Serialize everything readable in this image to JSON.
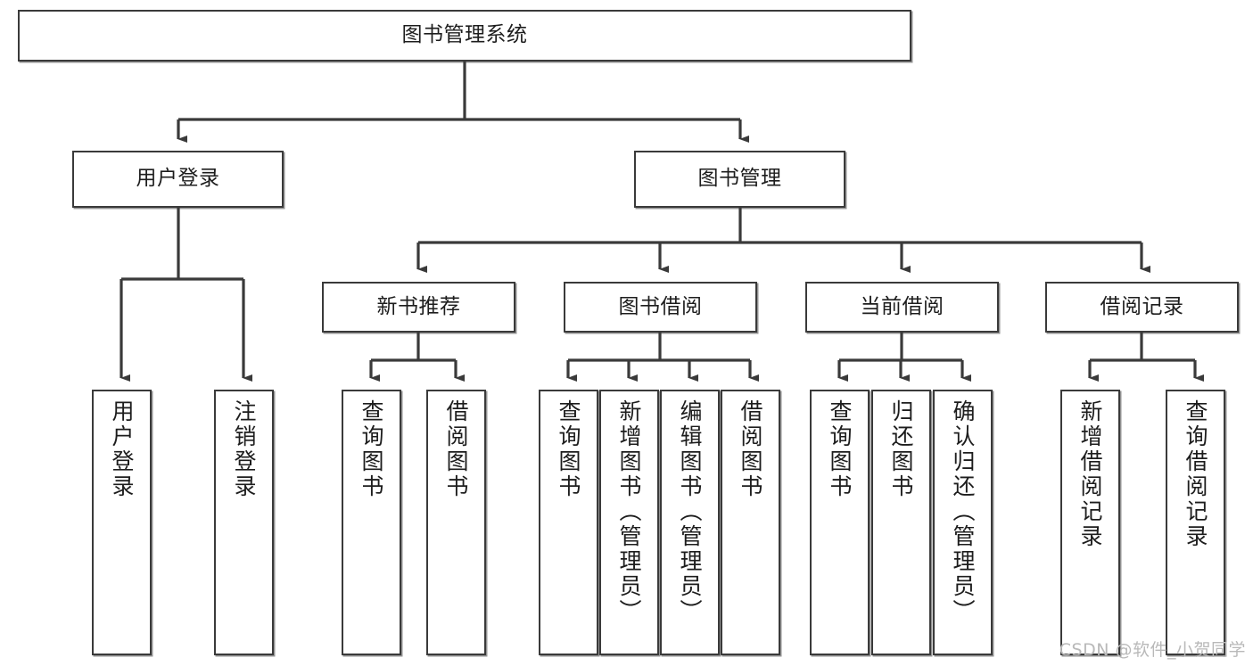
{
  "diagram": {
    "title": "图书管理系统",
    "type": "tree",
    "watermark": "CSDN @软件_小贺同学",
    "colors": {
      "box_border": "#3a3a3a",
      "box_fill": "#ffffff",
      "connector": "#3a3a3a",
      "text": "#1d1d1d",
      "watermark": "#b9b9b9"
    },
    "root": {
      "id": "root",
      "label": "图书管理系统",
      "level": 0
    },
    "level1": [
      {
        "id": "user-login",
        "label": "用户登录",
        "level": 1
      },
      {
        "id": "book-management",
        "label": "图书管理",
        "level": 1
      }
    ],
    "level2": [
      {
        "id": "new-book-recommend",
        "label": "新书推荐",
        "level": 2,
        "parent": "book-management"
      },
      {
        "id": "book-borrow",
        "label": "图书借阅",
        "level": 2,
        "parent": "book-management"
      },
      {
        "id": "current-borrow",
        "label": "当前借阅",
        "level": 2,
        "parent": "book-management"
      },
      {
        "id": "borrow-record",
        "label": "借阅记录",
        "level": 2,
        "parent": "book-management"
      }
    ],
    "leaves": [
      {
        "id": "leaf-user-login",
        "label": "用户登录",
        "parent": "user-login"
      },
      {
        "id": "leaf-logout-login",
        "label": "注销登录",
        "parent": "user-login"
      },
      {
        "id": "leaf-query-book-1",
        "label": "查询图书",
        "parent": "new-book-recommend"
      },
      {
        "id": "leaf-borrow-book-1",
        "label": "借阅图书",
        "parent": "new-book-recommend"
      },
      {
        "id": "leaf-query-book-2",
        "label": "查询图书",
        "parent": "book-borrow"
      },
      {
        "id": "leaf-add-book",
        "label": "新增图书（管理员）",
        "parent": "book-borrow"
      },
      {
        "id": "leaf-edit-book",
        "label": "编辑图书（管理员）",
        "parent": "book-borrow"
      },
      {
        "id": "leaf-borrow-book-2",
        "label": "借阅图书",
        "parent": "book-borrow"
      },
      {
        "id": "leaf-query-book-3",
        "label": "查询图书",
        "parent": "current-borrow"
      },
      {
        "id": "leaf-return-book",
        "label": "归还图书",
        "parent": "current-borrow"
      },
      {
        "id": "leaf-confirm-return",
        "label": "确认归还（管理员）",
        "parent": "current-borrow"
      },
      {
        "id": "leaf-add-record",
        "label": "新增借阅记录",
        "parent": "borrow-record"
      },
      {
        "id": "leaf-query-record",
        "label": "查询借阅记录",
        "parent": "borrow-record"
      }
    ]
  }
}
